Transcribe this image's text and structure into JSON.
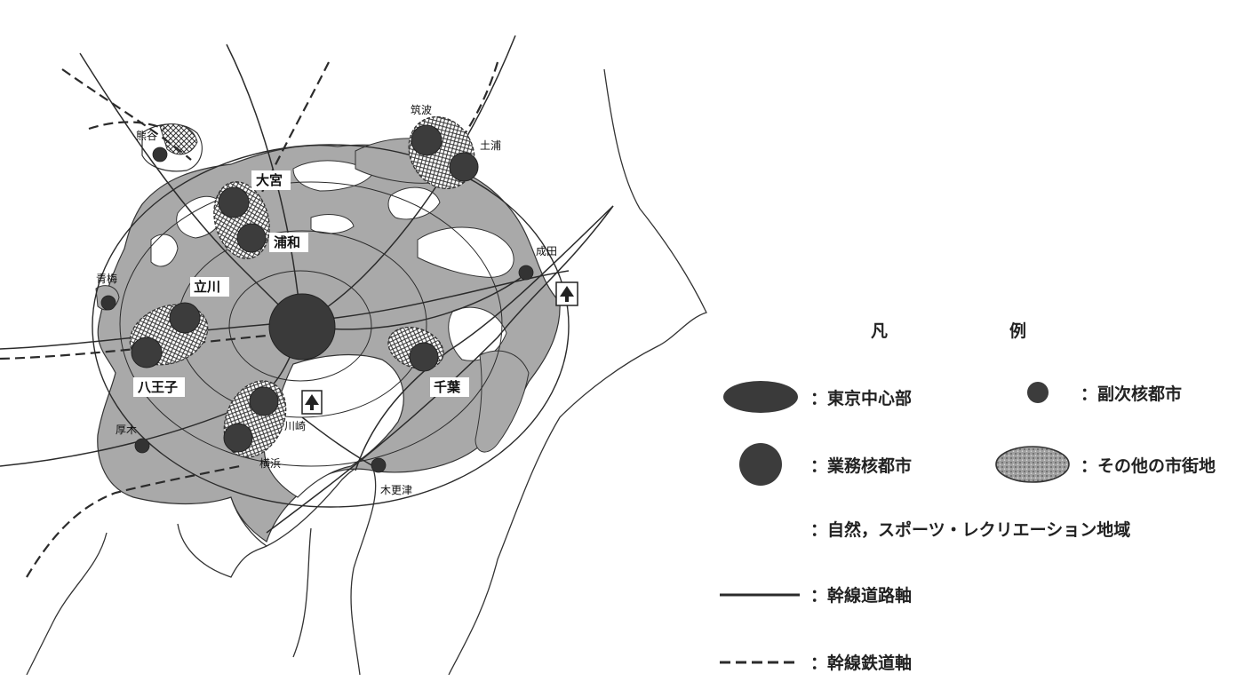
{
  "cities": {
    "kumagaya": "熊谷",
    "tsukuba": "筑波",
    "tsuchiura": "土浦",
    "omiya": "大宮",
    "urawa": "浦和",
    "narita": "成田",
    "ome": "青梅",
    "tachikawa": "立川",
    "hachioji": "八王子",
    "chiba": "千葉",
    "kawasaki": "川崎",
    "atsugi": "厚木",
    "yokohama": "横浜",
    "kisarazu": "木更津"
  },
  "legend": {
    "title_left": "凡",
    "title_right": "例",
    "tokyo_center": "：東京中心部",
    "sub_core": "：副次核都市",
    "business_core": "：業務核都市",
    "other_urban": "：その他の市街地",
    "nature_area": "：自然，スポーツ・レクリエーション地域",
    "trunk_road": "：幹線道路軸",
    "trunk_rail": "：幹線鉄道軸"
  },
  "colors": {
    "urban_fill": "#a9a9a9",
    "center_fill": "#3a3a3a",
    "core_fill": "#3c3c3c",
    "line": "#2b2b2b"
  }
}
